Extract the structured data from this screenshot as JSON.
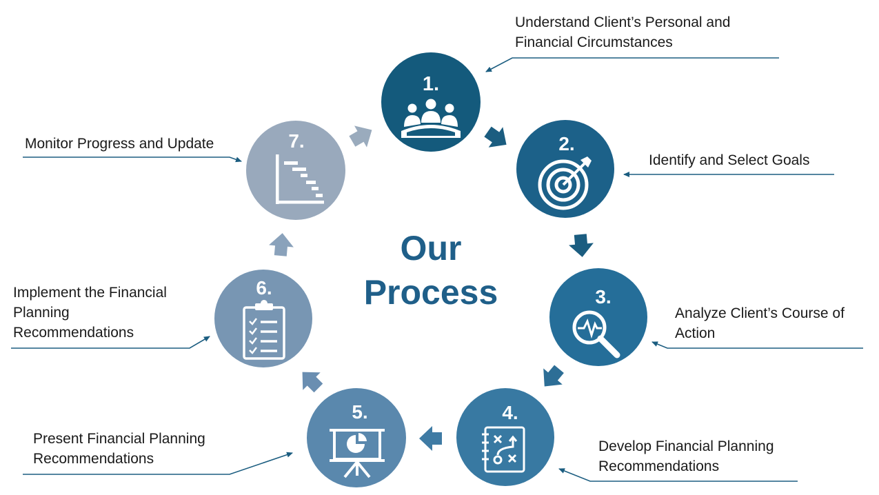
{
  "title": {
    "line1": "Our",
    "line2": "Process"
  },
  "colors": {
    "title": "#1f5f89",
    "arrow_dark": "#1b5d80",
    "arrow_light": "#9aabbd",
    "line": "#1b5d80"
  },
  "steps": [
    {
      "number": "1.",
      "icon": "meeting-people-icon",
      "color": "#145a7c",
      "label_lines": [
        "Understand Client’s Personal and",
        "Financial Circumstances"
      ]
    },
    {
      "number": "2.",
      "icon": "target-icon",
      "color": "#1c6189",
      "label_lines": [
        "Identify and Select Goals"
      ]
    },
    {
      "number": "3.",
      "icon": "magnifier-pulse-icon",
      "color": "#256e99",
      "label_lines": [
        "Analyze Client’s Course of",
        "Action"
      ]
    },
    {
      "number": "4.",
      "icon": "strategy-board-icon",
      "color": "#3879a2",
      "label_lines": [
        "Develop Financial Planning",
        "Recommendations"
      ]
    },
    {
      "number": "5.",
      "icon": "presentation-chart-icon",
      "color": "#5a88ad",
      "label_lines": [
        "Present Financial Planning",
        "Recommendations"
      ]
    },
    {
      "number": "6.",
      "icon": "clipboard-checklist-icon",
      "color": "#7896b3",
      "label_lines": [
        "Implement the Financial",
        "Planning",
        "Recommendations"
      ]
    },
    {
      "number": "7.",
      "icon": "gantt-chart-icon",
      "color": "#99a9bc",
      "label_lines": [
        "Monitor Progress and Update"
      ]
    }
  ]
}
